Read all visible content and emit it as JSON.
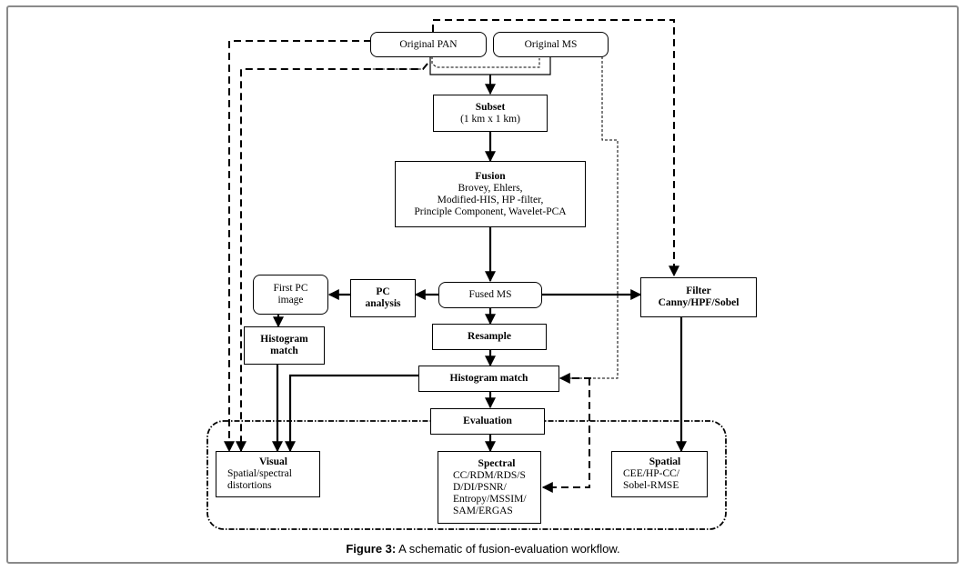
{
  "figure": {
    "caption_label": "Figure 3:",
    "caption_text": " A schematic of fusion-evaluation workflow."
  },
  "nodes": {
    "original_pan": {
      "label": "Original PAN"
    },
    "original_ms": {
      "label": "Original MS"
    },
    "subset": {
      "title": "Subset",
      "lines": [
        "(1 km x 1 km)"
      ]
    },
    "fusion": {
      "title": "Fusion",
      "lines": [
        "Brovey, Ehlers,",
        "Modified-HIS, HP -filter,",
        "Principle Component, Wavelet-PCA"
      ]
    },
    "fused_ms": {
      "label": "Fused MS"
    },
    "pc_analysis": {
      "title_lines": [
        "PC",
        "analysis"
      ]
    },
    "first_pc_image": {
      "lines": [
        "First PC",
        "image"
      ]
    },
    "histogram_match_left": {
      "title_lines": [
        "Histogram",
        "match"
      ]
    },
    "resample": {
      "title": "Resample"
    },
    "histogram_match_center": {
      "title": "Histogram match"
    },
    "evaluation": {
      "title": "Evaluation"
    },
    "filter": {
      "title": "Filter",
      "subtitle": "Canny/HPF/Sobel"
    },
    "visual": {
      "title": "Visual",
      "lines": [
        "Spatial/spectral",
        "distortions"
      ]
    },
    "spectral": {
      "title": "Spectral",
      "lines": [
        "CC/RDM/RDS/S",
        "D/DI/PSNR/",
        "Entropy/MSSIM/",
        "SAM/ERGAS"
      ]
    },
    "spatial": {
      "title": "Spatial",
      "lines": [
        "CEE/HP-CC/",
        "Sobel-RMSE"
      ]
    }
  },
  "colors": {
    "line": "#000000",
    "frame": "#8a8a8a"
  }
}
